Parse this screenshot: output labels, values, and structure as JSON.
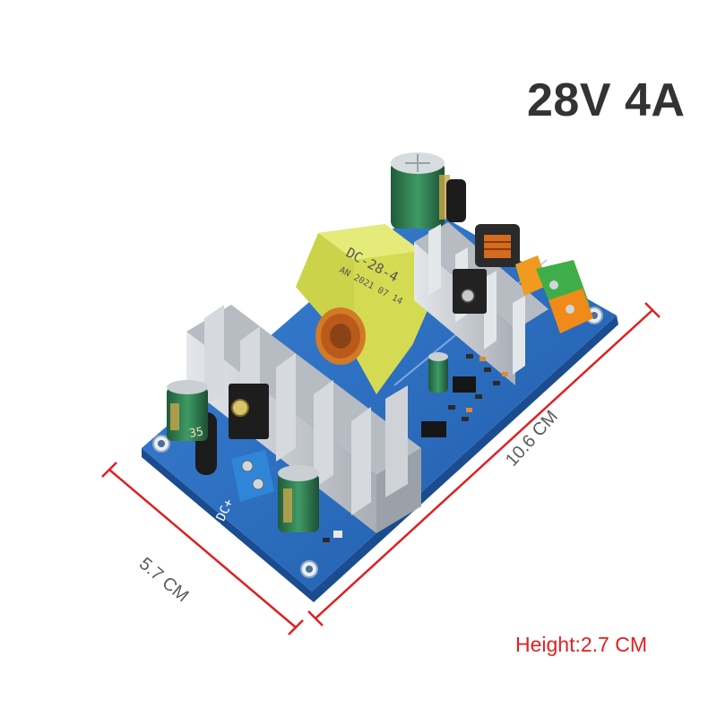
{
  "title": "28V 4A",
  "dimensions": {
    "length": "10.6 CM",
    "width": "5.7 CM",
    "height_label": "Height",
    "height_separator": ":",
    "height_value": "2.7 CM"
  },
  "board_markings": {
    "transformer_model": "DC-28-4",
    "transformer_date": "AN 2021 07 14",
    "output_terminal_label": "-DC+",
    "capacitor_rating": "35"
  },
  "colors": {
    "pcb": "#2d6fc4",
    "heatsink": "#c8cdd2",
    "transformer": "#dde35a",
    "dimension_line": "#e02020",
    "terminal_blue": "#2f86d8",
    "terminal_green": "#3fae4a",
    "terminal_orange": "#f09a20"
  }
}
